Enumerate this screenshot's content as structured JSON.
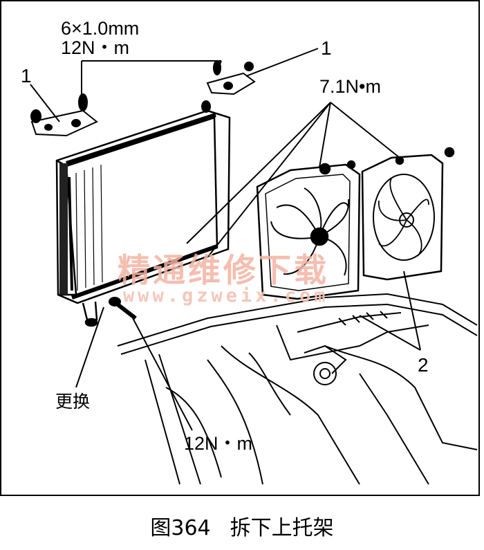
{
  "labels": {
    "bolt_spec": "6×1.0mm",
    "torque_bracket": "12N・m",
    "torque_fan": "7.1N•m",
    "torque_lower": "12N・m",
    "replace": "更换",
    "callout_1_left": "1",
    "callout_1_right": "1",
    "callout_2": "2"
  },
  "watermark": {
    "text": "精通维修下载",
    "url": "www.gzweix.com"
  },
  "caption": {
    "figure_no": "图364",
    "title": "拆下上托架"
  }
}
